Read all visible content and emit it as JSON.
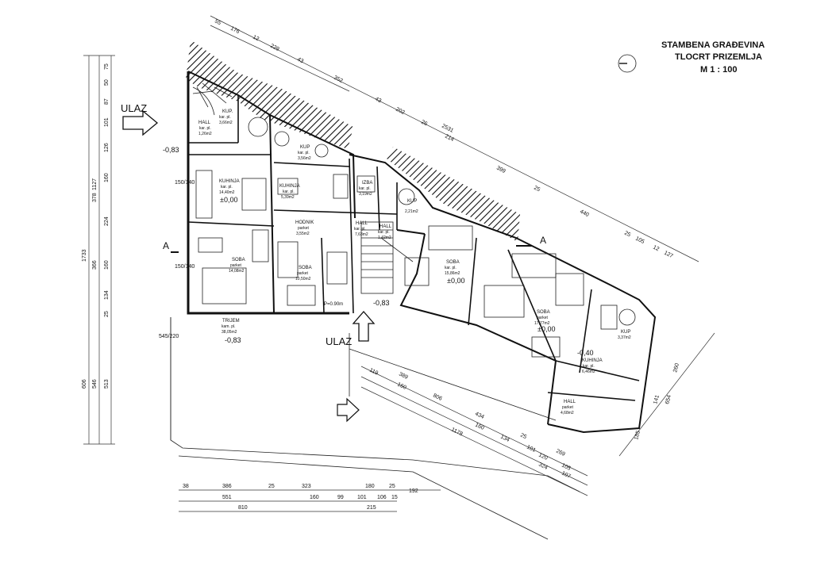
{
  "title_block": {
    "line1": "STAMBENA GRAĐEVINA",
    "line2": "TLOCRT PRIZEMLJA",
    "scale": "M 1 : 100"
  },
  "entrances": {
    "left": "ULAZ",
    "bottom": "ULAZ"
  },
  "section_marks": {
    "left": "A",
    "right": "A"
  },
  "levels": [
    "-0,83",
    "±0,00",
    "-0,83",
    "-0,83",
    "±0,00",
    "±0,00",
    "-0,40"
  ],
  "rooms": [
    {
      "name": "HALL",
      "floor": "kar. pl.",
      "area": "1,26m2"
    },
    {
      "name": "KUP.",
      "floor": "kar. pl.",
      "area": "3,66m2"
    },
    {
      "name": "KUHINJA",
      "floor": "kar. pl.",
      "area": "14,40m2"
    },
    {
      "name": "KUP",
      "floor": "kar. pl.",
      "area": "3,56m2"
    },
    {
      "name": "KUHINJA",
      "floor": "kar. pl.",
      "area": "5,39m2"
    },
    {
      "name": "IZBA",
      "floor": "kar. pl.",
      "area": "3,19m2"
    },
    {
      "name": "KUP",
      "floor": "",
      "area": "2,21m2"
    },
    {
      "name": "HODNIK",
      "floor": "parket",
      "area": "3,55m2"
    },
    {
      "name": "HALL",
      "floor": "kar. pl.",
      "area": "7,63m2"
    },
    {
      "name": "HALL",
      "floor": "kar. pl.",
      "area": "1,42m2"
    },
    {
      "name": "SOBA",
      "floor": "parket",
      "area": "14,08m2"
    },
    {
      "name": "SOBA",
      "floor": "parket",
      "area": "10,50m2"
    },
    {
      "name": "SOBA",
      "floor": "kar. pl.",
      "area": "15,86m2"
    },
    {
      "name": "SOBA",
      "floor": "parket",
      "area": "17,77m2"
    },
    {
      "name": "TRIJEM",
      "floor": "kam. pl.",
      "area": "38,05m2"
    },
    {
      "name": "KUHINJA",
      "floor": "kar. pl.",
      "area": "6,46m2"
    },
    {
      "name": "KUP",
      "floor": "",
      "area": "3,37m2"
    },
    {
      "name": "HALL",
      "floor": "parket",
      "area": "4,68m2"
    }
  ],
  "dimensions": {
    "left_chain_inner": [
      "75",
      "50",
      "87",
      "101",
      "126",
      "160",
      "224",
      "160",
      "134",
      "25"
    ],
    "left_chain_outer": [
      "1127",
      "378",
      "366",
      "606",
      "546",
      "513"
    ],
    "left_total": "1733",
    "top_chain": [
      "55",
      "176",
      "12",
      "229",
      "43",
      "352",
      "43",
      "202",
      "26",
      "2531",
      "214",
      "399",
      "25",
      "440",
      "25",
      "105",
      "12",
      "127"
    ],
    "bottom_chain_a": [
      "38",
      "386",
      "25",
      "323",
      "180",
      "25"
    ],
    "bottom_chain_b": [
      "551",
      "160",
      "99",
      "101",
      "106",
      "15",
      "192"
    ],
    "bottom_chain_c": [
      "810",
      "215"
    ],
    "porch_chain": [
      "119",
      "389",
      "160",
      "434",
      "160",
      "134",
      "25",
      "269",
      "101",
      "120",
      "105",
      "324",
      "107"
    ],
    "porch_totals": [
      "806",
      "1178"
    ],
    "right_chain": [
      "260",
      "141",
      "654",
      "185"
    ],
    "openings": [
      "545/220",
      "150/140",
      "150/140",
      "P=0.90m"
    ]
  }
}
